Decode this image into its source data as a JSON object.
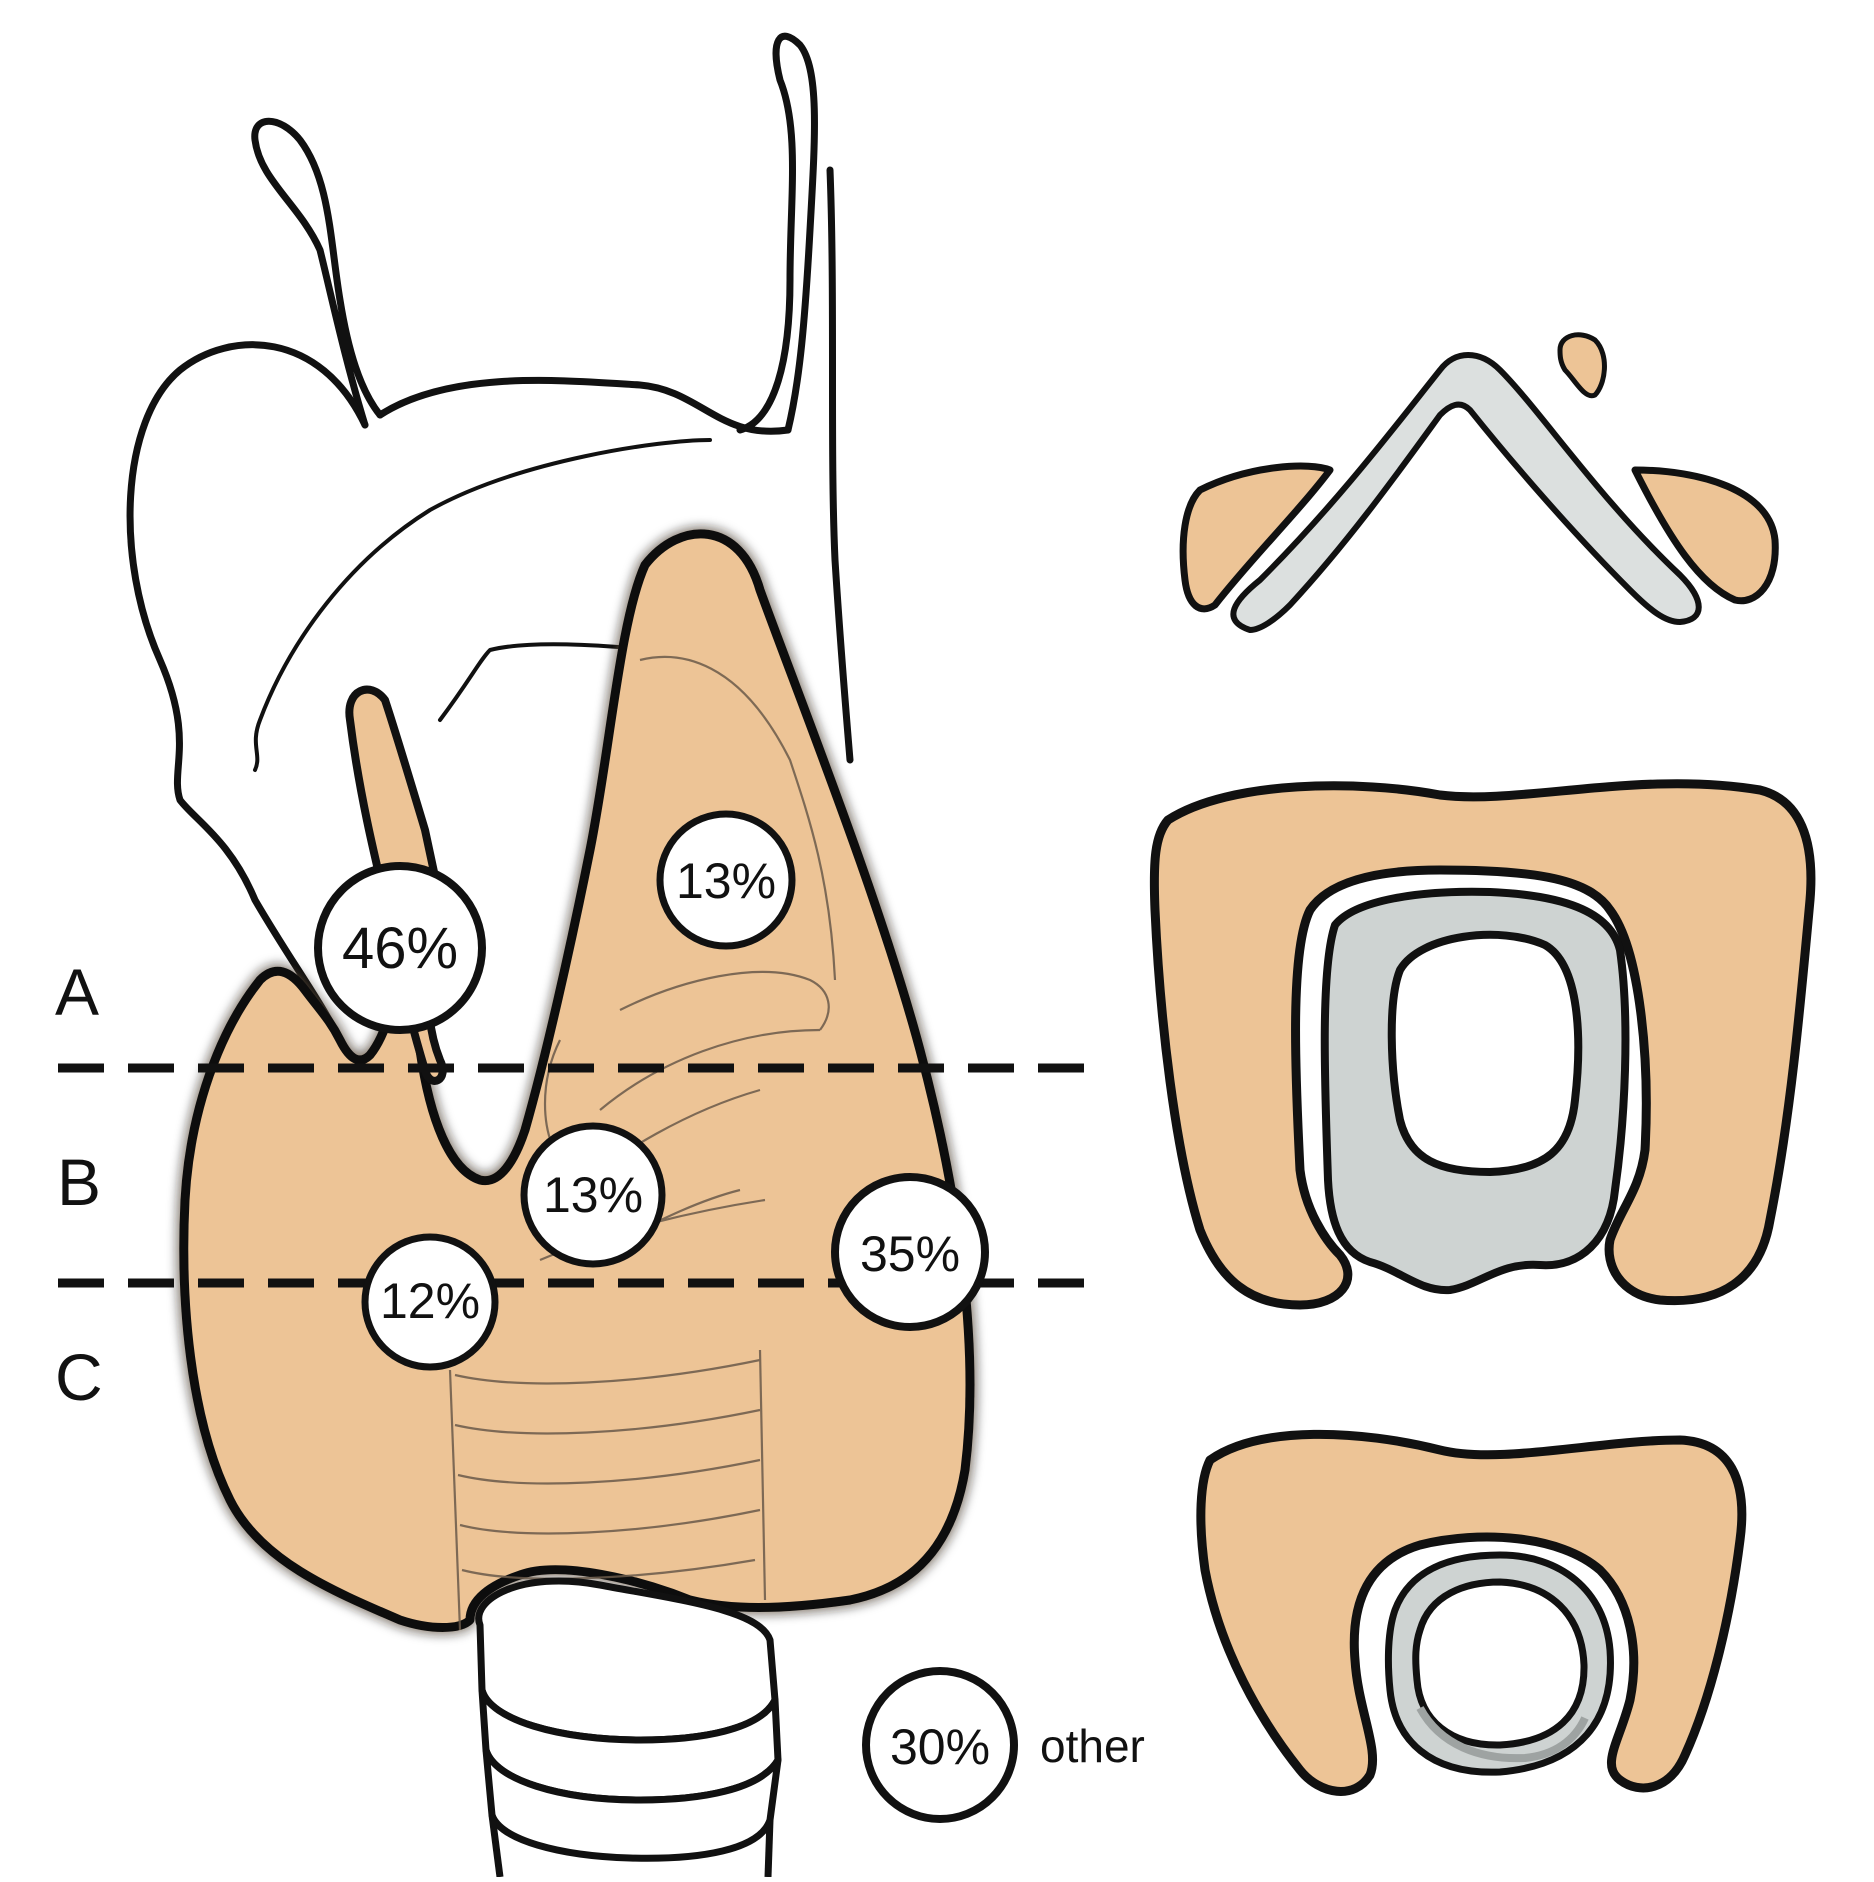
{
  "colors": {
    "gland": "#EDC496",
    "cartilage": "#DCE0DF",
    "cartilage_dark": "#C9CECD",
    "outline": "#111111",
    "background": "#FFFFFF"
  },
  "zones": [
    {
      "id": "A",
      "label": "A"
    },
    {
      "id": "B",
      "label": "B"
    },
    {
      "id": "C",
      "label": "C"
    }
  ],
  "percentages": {
    "pyramidal": "46%",
    "upper_right": "13%",
    "middle": "13%",
    "lower_left": "12%",
    "right_edge": "35%",
    "other_value": "30%",
    "other_label": "other"
  },
  "cross_sections": [
    {
      "level": "A",
      "description_icon": "v-cartilage-section"
    },
    {
      "level": "B",
      "description_icon": "ring-cartilage-section"
    },
    {
      "level": "C",
      "description_icon": "tracheal-ring-section"
    }
  ]
}
